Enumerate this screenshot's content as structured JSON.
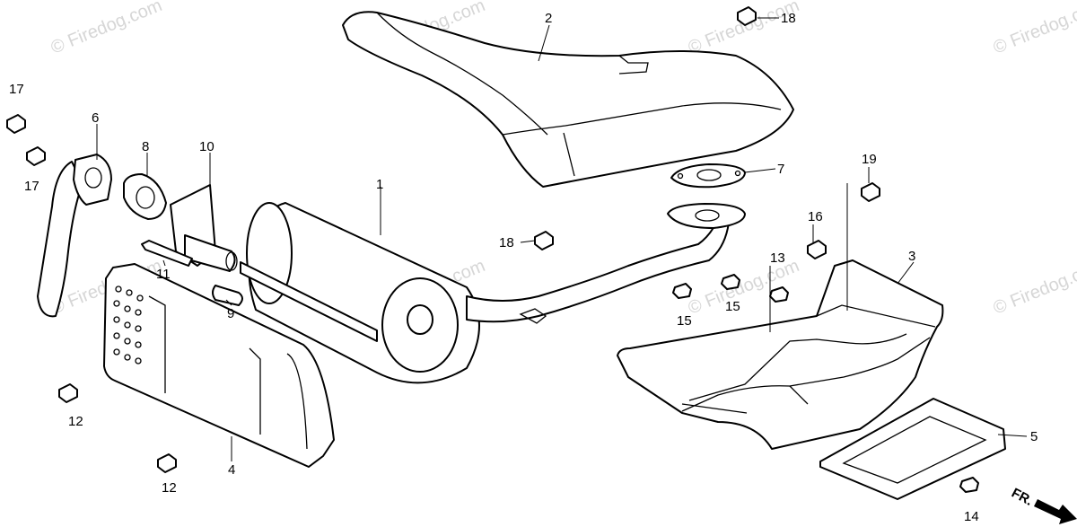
{
  "watermark": "© Firedog.com",
  "direction_label": "FR.",
  "callouts": [
    "1",
    "2",
    "3",
    "4",
    "5",
    "6",
    "7",
    "8",
    "9",
    "10",
    "11",
    "12",
    "12",
    "13",
    "14",
    "15",
    "15",
    "16",
    "17",
    "17",
    "18",
    "18",
    "19"
  ]
}
